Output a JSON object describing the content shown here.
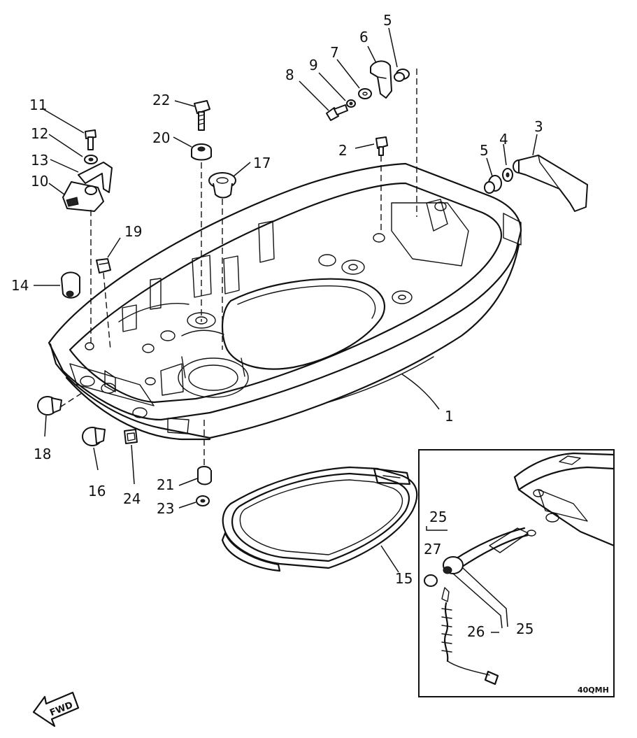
{
  "diagram": {
    "callouts": {
      "c1": "1",
      "c2": "2",
      "c3": "3",
      "c4": "4",
      "c5a": "5",
      "c5b": "5",
      "c6": "6",
      "c7": "7",
      "c8": "8",
      "c9": "9",
      "c10": "10",
      "c11": "11",
      "c12": "12",
      "c13": "13",
      "c14": "14",
      "c15": "15",
      "c16": "16",
      "c17": "17",
      "c18": "18",
      "c19": "19",
      "c20": "20",
      "c21": "21",
      "c22": "22",
      "c23": "23",
      "c24": "24",
      "c25a": "25",
      "c25b": "25",
      "c26": "26",
      "c27": "27"
    },
    "inset_code": "40QMH",
    "fwd_label": "FWD"
  }
}
